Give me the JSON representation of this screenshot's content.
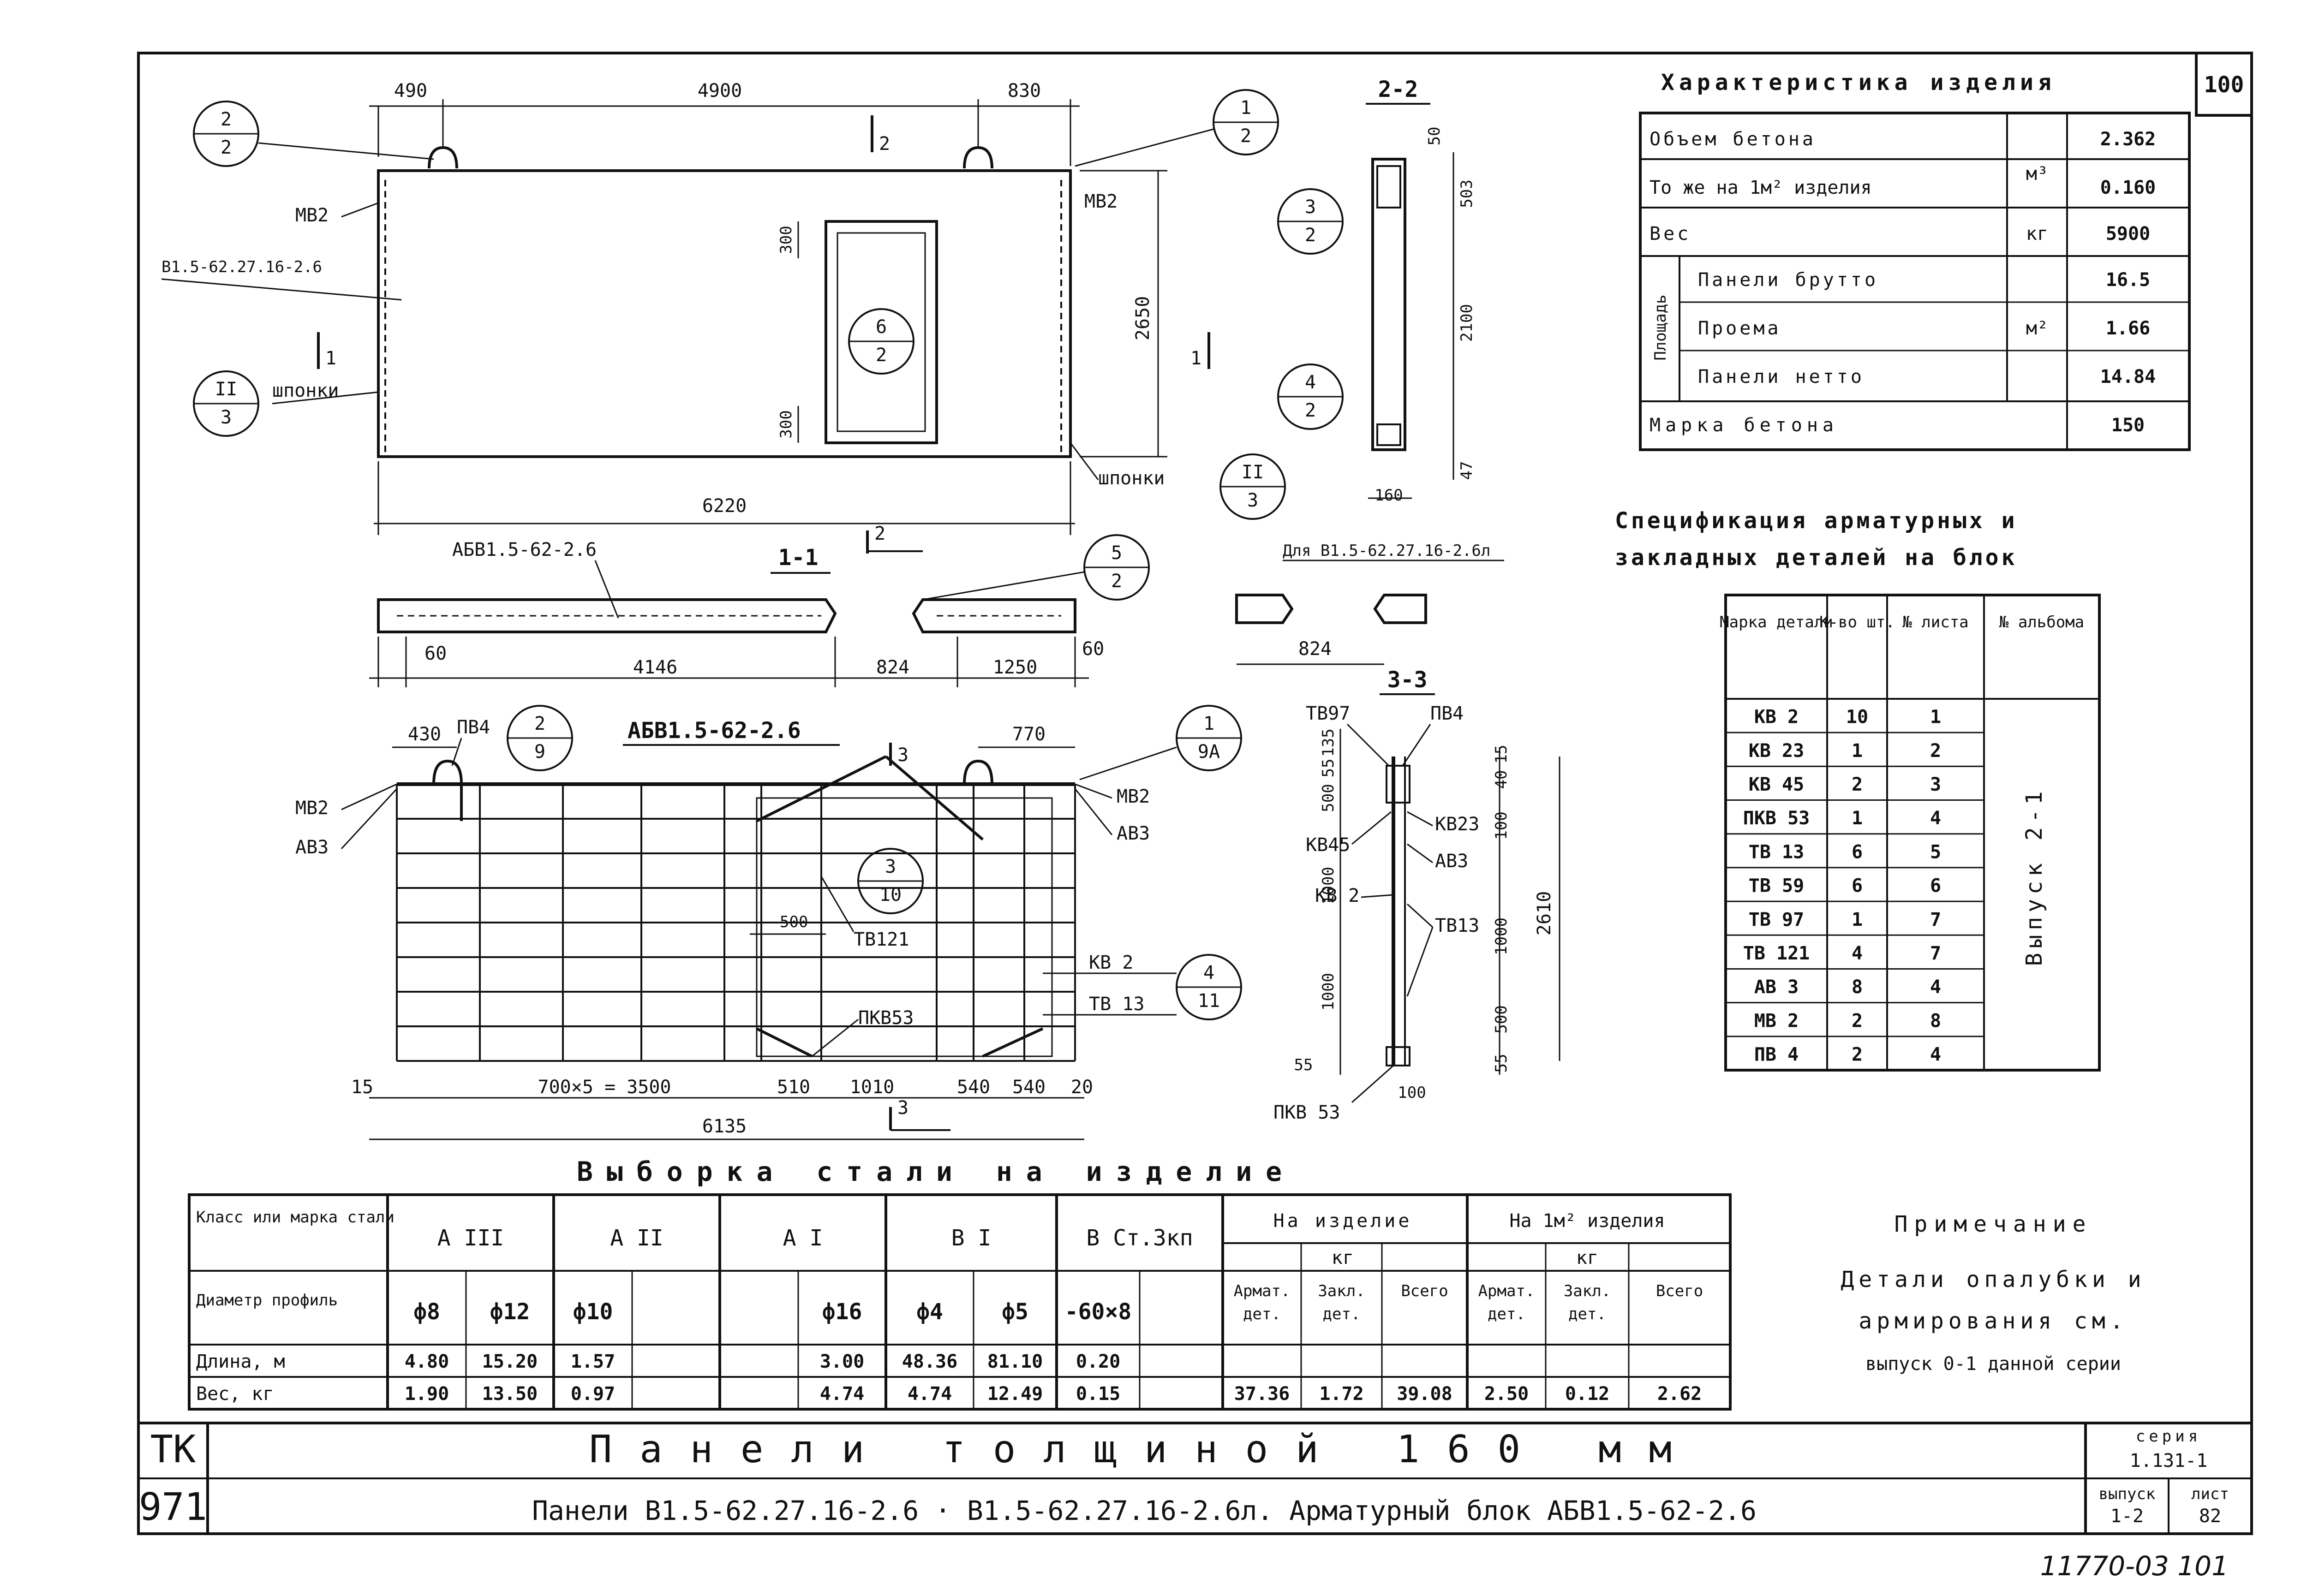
{
  "sheet_number": "100",
  "handwritten_note": "11770-03 101",
  "characteristics": {
    "title": "Характеристика изделия",
    "rows": [
      {
        "label": "Объем бетона",
        "unit": "м³",
        "value": "2.362"
      },
      {
        "label": "То же на 1м² изделия",
        "unit": "",
        "value": "0.160"
      },
      {
        "label": "Вес",
        "unit": "кг",
        "value": "5900"
      },
      {
        "label": "Панели брутто",
        "unit": "м²",
        "value": "16.5"
      },
      {
        "label": "Проема",
        "unit": "",
        "value": "1.66"
      },
      {
        "label": "Панели нетто",
        "unit": "",
        "value": "14.84"
      },
      {
        "label": "Марка бетона",
        "unit": "",
        "value": "150"
      }
    ],
    "group_label": "Площадь"
  },
  "spec": {
    "title_line1": "Спецификация арматурных и",
    "title_line2": "закладных деталей на блок",
    "headers": {
      "mark": "Марка детали",
      "qty": "К-во шт.",
      "sheet": "№ листа",
      "album": "№ альбома"
    },
    "album_value": "Выпуск 2-1",
    "rows": [
      {
        "mark": "КВ 2",
        "qty": "10",
        "sheet": "1"
      },
      {
        "mark": "КВ 23",
        "qty": "1",
        "sheet": "2"
      },
      {
        "mark": "КВ 45",
        "qty": "2",
        "sheet": "3"
      },
      {
        "mark": "ПКВ 53",
        "qty": "1",
        "sheet": "4"
      },
      {
        "mark": "ТВ 13",
        "qty": "6",
        "sheet": "5"
      },
      {
        "mark": "ТВ 59",
        "qty": "6",
        "sheet": "6"
      },
      {
        "mark": "ТВ 97",
        "qty": "1",
        "sheet": "7"
      },
      {
        "mark": "ТВ 121",
        "qty": "4",
        "sheet": "7"
      },
      {
        "mark": "АВ 3",
        "qty": "8",
        "sheet": "4"
      },
      {
        "mark": "МВ 2",
        "qty": "2",
        "sheet": "8"
      },
      {
        "mark": "ПВ 4",
        "qty": "2",
        "sheet": "4"
      }
    ]
  },
  "steel": {
    "title": "Выборка стали на изделие",
    "h_class": "Класс или марка стали",
    "h_diam": "Диаметр профиль",
    "h_len": "Длина, м",
    "h_wt": "Вес, кг",
    "classes": [
      "А III",
      "А II",
      "А I",
      "В I",
      "В Ст.3кп"
    ],
    "diameters": [
      "ф8",
      "ф12",
      "ф10",
      "",
      "",
      "ф16",
      "ф4",
      "ф5",
      "-60×8",
      ""
    ],
    "lengths": [
      "4.80",
      "15.20",
      "1.57",
      "",
      "",
      "3.00",
      "48.36",
      "81.10",
      "0.20",
      ""
    ],
    "weights": [
      "1.90",
      "13.50",
      "0.97",
      "",
      "",
      "4.74",
      "4.74",
      "12.49",
      "0.15",
      ""
    ],
    "per_item": {
      "title": "На изделие",
      "unit": "кг",
      "cols": [
        "Армат. дет.",
        "Закл. дет.",
        "Всего"
      ],
      "values": [
        "37.36",
        "1.72",
        "39.08"
      ]
    },
    "per_m2": {
      "title": "На 1м² изделия",
      "unit": "кг",
      "cols": [
        "Армат. дет.",
        "Закл. дет.",
        "Всего"
      ],
      "values": [
        "2.50",
        "0.12",
        "2.62"
      ]
    }
  },
  "note": {
    "title": "Примечание",
    "lines": [
      "Детали опалубки и",
      "армирования см.",
      "выпуск 0-1 данной серии"
    ]
  },
  "title_block": {
    "code_top": "ТК",
    "code_bottom": "971",
    "title_main": "Панели толщиной 160 мм",
    "title_sub": "Панели В1.5-62.27.16-2.6 · В1.5-62.27.16-2.6л. Арматурный блок АБВ1.5-62-2.6",
    "series_label": "серия",
    "series_value": "1.131-1",
    "issue_label": "выпуск",
    "issue_value": "1-2",
    "sheet_label": "лист",
    "sheet_value": "82"
  },
  "drawings": {
    "facade": {
      "dims_top": [
        "490",
        "4900",
        "830"
      ],
      "dims_side": [
        "2650",
        "300",
        "300"
      ],
      "dim_bottom": "6220",
      "labels": [
        "МВ2",
        "МВ2",
        "В1.5-62.27.16-2.6",
        "шпонки",
        "шпонки"
      ],
      "bubbles": [
        [
          "2",
          "2"
        ],
        [
          "1",
          "2"
        ],
        [
          "6",
          "2"
        ],
        [
          "II",
          "3"
        ],
        [
          "II",
          "3"
        ]
      ],
      "section_marks": [
        "1",
        "1",
        "2"
      ]
    },
    "section_2_2": {
      "title": "2-2",
      "dims": [
        "50",
        "503",
        "2100",
        "47",
        "160"
      ],
      "bubbles": [
        [
          "3",
          "2"
        ],
        [
          "4",
          "2"
        ]
      ]
    },
    "section_1_1": {
      "title": "1-1",
      "label": "АБВ1.5-62-2.6",
      "dims": [
        "60",
        "4146",
        "824",
        "1250",
        "60"
      ],
      "bubble": [
        "5",
        "2"
      ],
      "section_mark": "2",
      "alt_label": "Для В1.5-62.27.16-2.6л",
      "alt_dim": "824"
    },
    "block": {
      "title": "АБВ1.5-62-2.6",
      "labels_left": [
        "МВ2",
        "АВ3",
        "ПВ4"
      ],
      "labels_right": [
        "МВ2",
        "АВ3",
        "КВ 2",
        "ТВ 13"
      ],
      "labels_mid": [
        "ТВ121",
        "ПКВ53",
        "500"
      ],
      "dims_top": [
        "430",
        "770"
      ],
      "dims_bottom": [
        "15",
        "700×5 = 3500",
        "510",
        "1010",
        "540",
        "540",
        "20"
      ],
      "dim_total": "6135",
      "bubbles": [
        [
          "2",
          "9"
        ],
        [
          "1",
          "9А"
        ],
        [
          "3",
          "10"
        ],
        [
          "4",
          "11"
        ]
      ],
      "section_mark": "3"
    },
    "section_3_3": {
      "title": "3-3",
      "labels": [
        "ТВ97",
        "ПВ4",
        "КВ45",
        "КВ23",
        "АВ3",
        "КВ 2",
        "ТВ13",
        "ПКВ 53"
      ],
      "dims_left": [
        "135",
        "55",
        "500",
        "1000",
        "1000",
        "55"
      ],
      "dims_right": [
        "15",
        "40",
        "100",
        "1000",
        "500",
        "55",
        "2610",
        "100"
      ]
    }
  }
}
